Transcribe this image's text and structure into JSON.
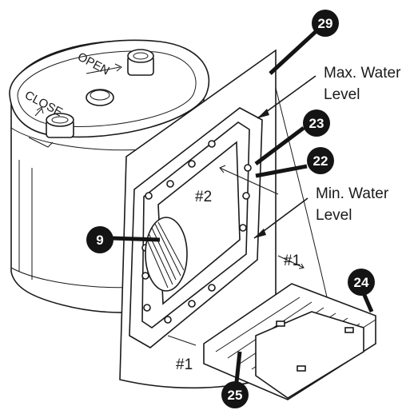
{
  "colors": {
    "line": "#1a1a1a",
    "callout": "#141414",
    "background": "#ffffff"
  },
  "lid": {
    "open_label": "OPEN",
    "close_label": "CLOSE"
  },
  "labels": {
    "max_water_line1": "Max. Water",
    "max_water_line2": "Level",
    "min_water_line1": "Min. Water",
    "min_water_line2": "Level",
    "chamber_2": "#2",
    "chamber_1_right": "#1",
    "chamber_1_bottom": "#1"
  },
  "callouts": [
    "29",
    "23",
    "22",
    "9",
    "24",
    "25"
  ]
}
